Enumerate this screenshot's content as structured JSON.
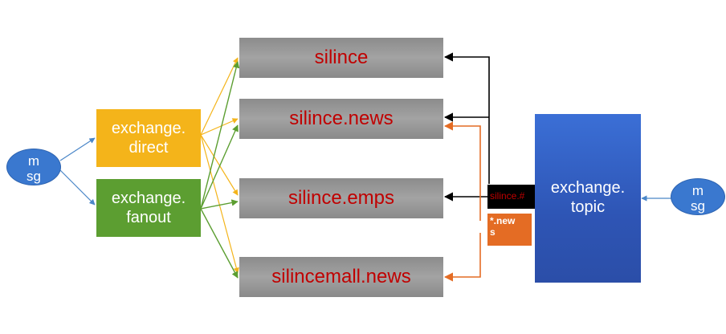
{
  "diagram": {
    "messages": {
      "left": "m\nsg",
      "right": "m\nsg"
    },
    "exchanges": {
      "direct": "exchange.\ndirect",
      "fanout": "exchange.\nfanout",
      "topic": "exchange.\ntopic"
    },
    "queues": {
      "q1": "silince",
      "q2": "silince.news",
      "q3": "silince.emps",
      "q4": "silincemall.news"
    },
    "bindings": {
      "hash": "silince.#",
      "news": "*.new\ns"
    },
    "colors": {
      "direct_exchange": "#f4b41a",
      "fanout_exchange": "#5c9e31",
      "topic_exchange": "#2e55b5",
      "message": "#3a78cf",
      "queue": "#999999",
      "queue_text": "#c00000",
      "binding_hash": "#000000",
      "binding_news": "#e46c24"
    }
  }
}
